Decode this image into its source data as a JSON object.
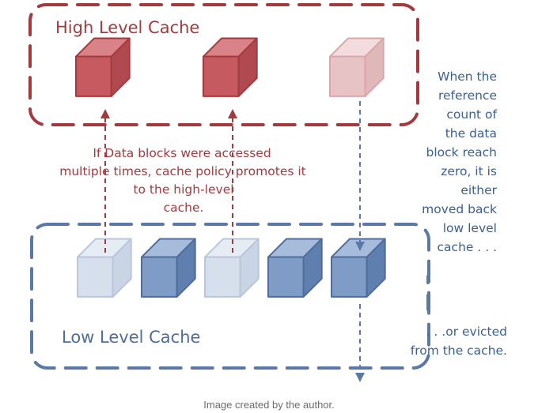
{
  "high_cache": {
    "title": "High Level Cache"
  },
  "low_cache": {
    "title": "Low Level Cache"
  },
  "notes": {
    "promote_lines": [
      "If Data blocks were accessed",
      "multiple times, cache policy promotes it",
      "to the high-level",
      "cache."
    ],
    "demote_lines": [
      "When the",
      "reference",
      "count of",
      "the data",
      "block reach",
      "zero, it is",
      "either",
      "moved back",
      "low level",
      "cache . . ."
    ],
    "evict_lines": [
      ". . .or evicted",
      "from the cache."
    ]
  },
  "caption": "Image created by the author.",
  "colors": {
    "red": "#a33a3e",
    "red_fill": "#c65a60",
    "red_faded": "#e8c3c5",
    "blue": "#4f6d9c",
    "blue_fill": "#7f9cc6",
    "blue_faded": "#d6dfec"
  }
}
